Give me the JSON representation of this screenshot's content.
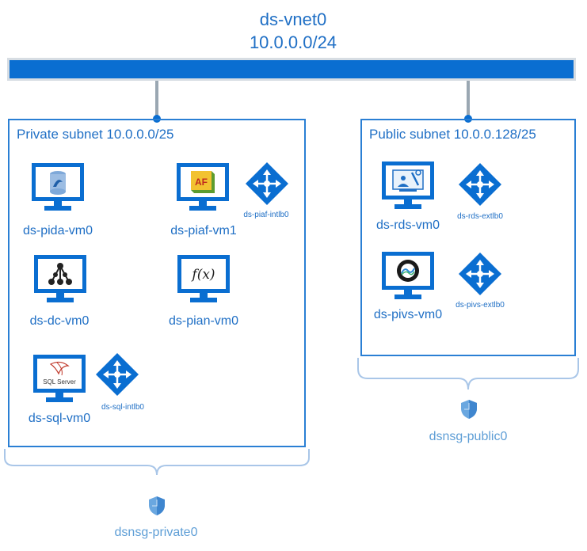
{
  "vnet": {
    "name": "ds-vnet0",
    "cidr": "10.0.0.0/24"
  },
  "subnets": [
    {
      "title": "Private subnet 10.0.0.0/25"
    },
    {
      "title": "Public subnet 10.0.0.128/25"
    }
  ],
  "vms": {
    "pida": "ds-pida-vm0",
    "piaf": "ds-piaf-vm1",
    "dc": "ds-dc-vm0",
    "pian": "ds-pian-vm0",
    "sql": "ds-sql-vm0",
    "rds": "ds-rds-vm0",
    "pivs": "ds-pivs-vm0"
  },
  "icon_text": {
    "af": "AF",
    "fx": "f(x)",
    "sql": "SQL Server"
  },
  "load_balancers": {
    "piaf": "ds-piaf-intlb0",
    "sql": "ds-sql-intlb0",
    "rds": "ds-rds-extlb0",
    "pivs": "ds-pivs-extlb0"
  },
  "nsgs": {
    "private": "dsnsg-private0",
    "public": "dsnsg-public0"
  },
  "colors": {
    "accent": "#1f6fc5",
    "bar": "#0a6ed1",
    "connector": "#9aa7b2",
    "brace": "#a9c6e8"
  }
}
